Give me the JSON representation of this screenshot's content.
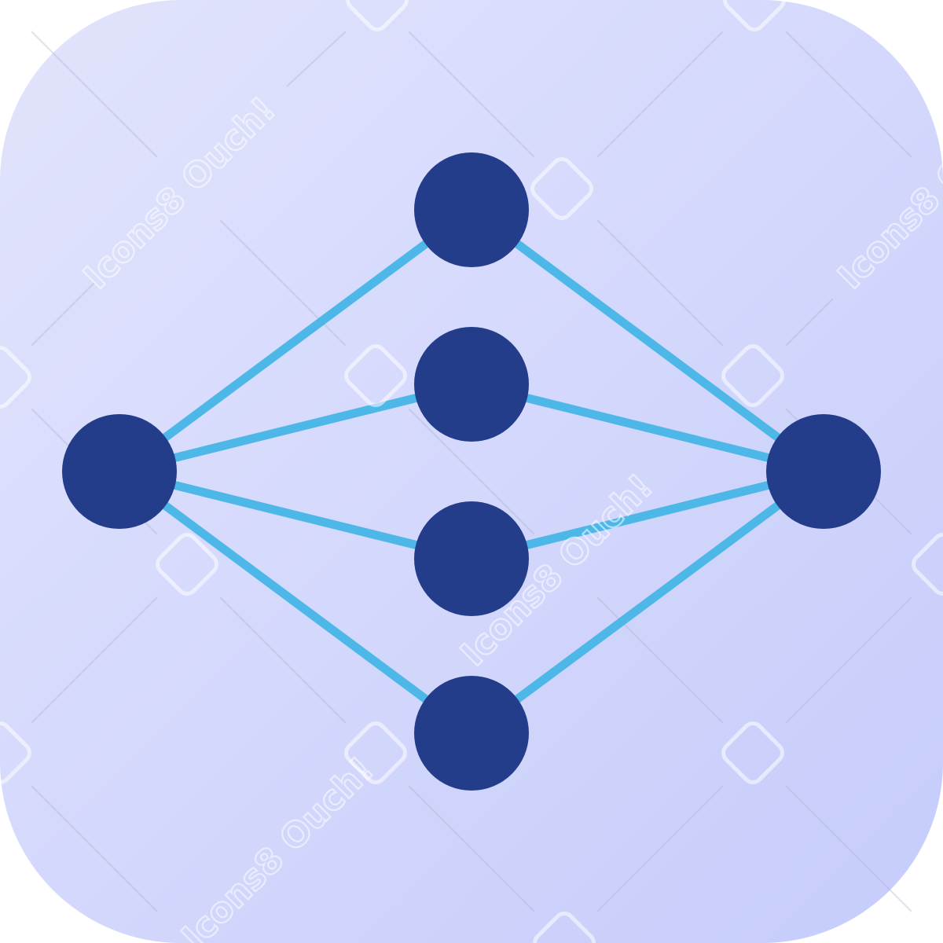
{
  "icon": {
    "name": "neural-network-icon",
    "colors": {
      "background_start": "#E2E4FC",
      "background_end": "#C6CCFB",
      "node": "#233D8B",
      "edge": "#4DB8E8"
    }
  },
  "nodes": [
    {
      "id": "input"
    },
    {
      "id": "hidden-1"
    },
    {
      "id": "hidden-2"
    },
    {
      "id": "hidden-3"
    },
    {
      "id": "hidden-4"
    },
    {
      "id": "output"
    }
  ],
  "edges": [
    {
      "from": "input",
      "to": "hidden-1"
    },
    {
      "from": "input",
      "to": "hidden-2"
    },
    {
      "from": "input",
      "to": "hidden-3"
    },
    {
      "from": "input",
      "to": "hidden-4"
    },
    {
      "from": "hidden-1",
      "to": "output"
    },
    {
      "from": "hidden-2",
      "to": "output"
    },
    {
      "from": "hidden-3",
      "to": "output"
    },
    {
      "from": "hidden-4",
      "to": "output"
    }
  ],
  "watermark": {
    "text": "Icons8 Ouch!"
  }
}
